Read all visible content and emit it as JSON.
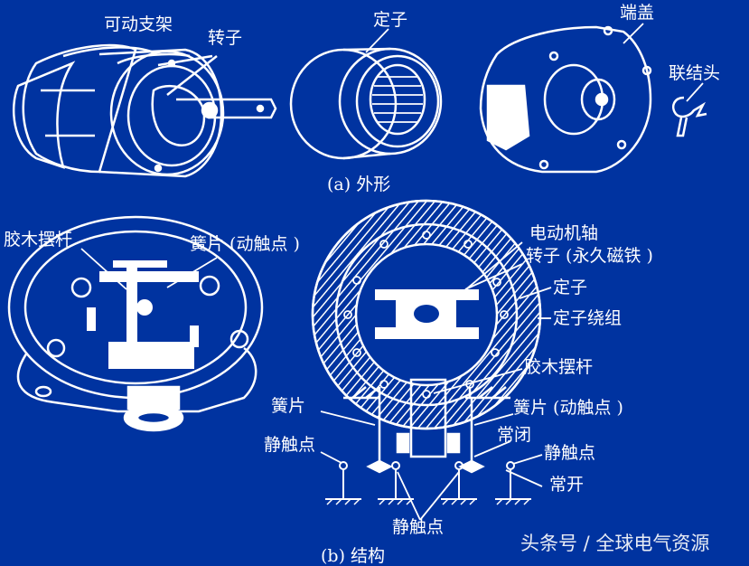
{
  "background_color": "#0033a0",
  "line_color": "#ffffff",
  "section_a": {
    "caption": "(a) 外形",
    "labels": {
      "movable_bracket": "可动支架",
      "rotor": "转子",
      "stator": "定子",
      "end_cover": "端盖",
      "coupling": "联结头"
    }
  },
  "section_b": {
    "caption": "(b) 结构",
    "labels": {
      "bakelite_lever_left": "胶木摆杆",
      "reed_moving_contact_top": "簧片 (动触点 )",
      "motor_shaft": "电动机轴",
      "rotor_permanent_magnet": "转子 (永久磁铁 )",
      "stator": "定子",
      "stator_winding": "定子绕组",
      "bakelite_lever_right": "胶木摆杆",
      "reed_left": "簧片",
      "reed_moving_contact_right": "簧片 (动触点 )",
      "normally_closed": "常闭",
      "static_contact_left": "静触点",
      "static_contact_right": "静触点",
      "normally_open": "常开",
      "static_contact_bottom": "静触点"
    }
  },
  "watermark": "头条号 / 全球电气资源"
}
